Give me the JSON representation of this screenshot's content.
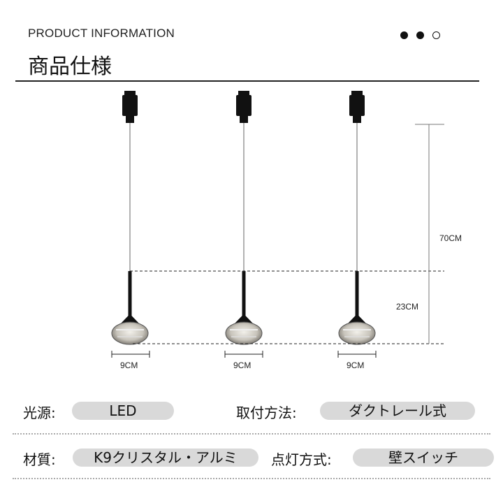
{
  "header": {
    "subtitle": "PRODUCT INFORMATION",
    "title": "商品仕様",
    "page_dots": {
      "total": 3,
      "filled": 2
    }
  },
  "dimensions": {
    "cord_length": "70CM",
    "lamp_height": "23CM",
    "widths": [
      "9CM",
      "9CM",
      "9CM"
    ]
  },
  "specs": [
    {
      "label": "光源:",
      "value": "LED"
    },
    {
      "label": "取付方法:",
      "value": "ダクトレール式"
    },
    {
      "label": "材質:",
      "value": "K9クリスタル・アルミ"
    },
    {
      "label": "点灯方式:",
      "value": "壁スイッチ"
    }
  ]
}
